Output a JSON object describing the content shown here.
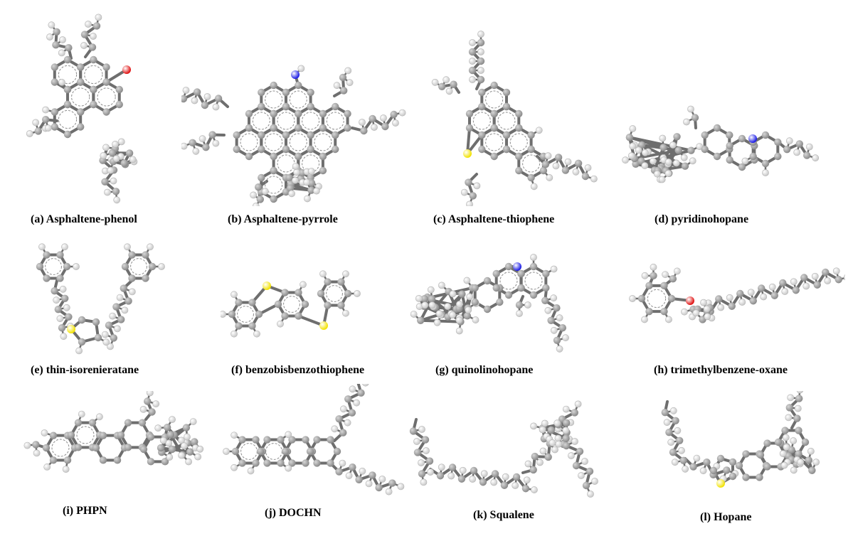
{
  "figure": {
    "panels": [
      {
        "id": "a",
        "caption": "(a) Asphaltene-phenol",
        "heteroatom": "oxygen",
        "heteroatom_color": "#e01010"
      },
      {
        "id": "b",
        "caption": "(b) Asphaltene-pyrrole",
        "heteroatom": "nitrogen",
        "heteroatom_color": "#1a1ae6"
      },
      {
        "id": "c",
        "caption": "(c) Asphaltene-thiophene",
        "heteroatom": "sulfur",
        "heteroatom_color": "#f2e200"
      },
      {
        "id": "d",
        "caption": "(d) pyridinohopane",
        "heteroatom": "nitrogen",
        "heteroatom_color": "#1a1ae6"
      },
      {
        "id": "e",
        "caption": "(e) thin-isorenieratane",
        "heteroatom": "sulfur",
        "heteroatom_color": "#f2e200"
      },
      {
        "id": "f",
        "caption": "(f) benzobisbenzothiophene",
        "heteroatom": "sulfur",
        "heteroatom_color": "#f2e200"
      },
      {
        "id": "g",
        "caption": "(g) quinolinohopane",
        "heteroatom": "nitrogen",
        "heteroatom_color": "#1a1ae6"
      },
      {
        "id": "h",
        "caption": "(h) trimethylbenzene-oxane",
        "heteroatom": "oxygen",
        "heteroatom_color": "#e01010"
      },
      {
        "id": "i",
        "caption": "(i) PHPN",
        "heteroatom": "",
        "heteroatom_color": ""
      },
      {
        "id": "j",
        "caption": "(j) DOCHN",
        "heteroatom": "",
        "heteroatom_color": ""
      },
      {
        "id": "k",
        "caption": "(k) Squalene",
        "heteroatom": "",
        "heteroatom_color": ""
      },
      {
        "id": "l",
        "caption": "(l) Hopane",
        "heteroatom": "sulfur",
        "heteroatom_color": "#f2e200"
      }
    ],
    "atom_colors": {
      "carbon": "#8a8a8a",
      "hydrogen": "#f2f2f2",
      "bond": "#6e6e6e"
    }
  }
}
